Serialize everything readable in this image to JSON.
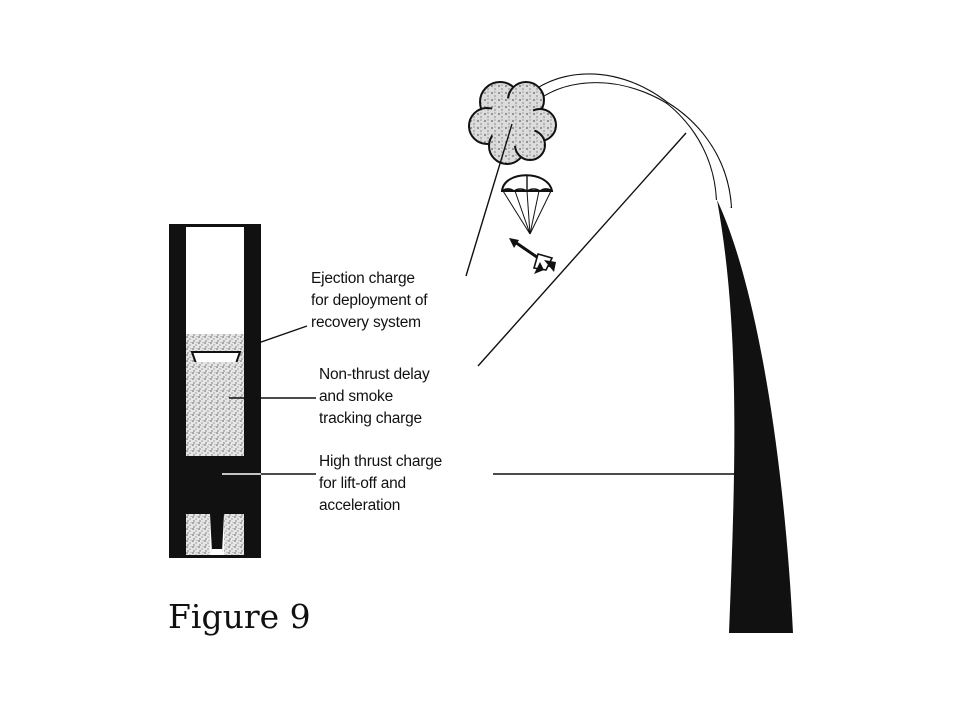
{
  "labels": {
    "ejection": [
      "Ejection charge",
      "for deployment of",
      "recovery system"
    ],
    "delay": [
      "Non-thrust delay",
      "and smoke",
      "tracking charge"
    ],
    "thrust": [
      "High thrust charge",
      "for lift-off and",
      "acceleration"
    ]
  },
  "caption": "Figure 9",
  "colors": {
    "ink": "#111111",
    "paper": "#ffffff",
    "speckle": "#8a8a8a"
  }
}
